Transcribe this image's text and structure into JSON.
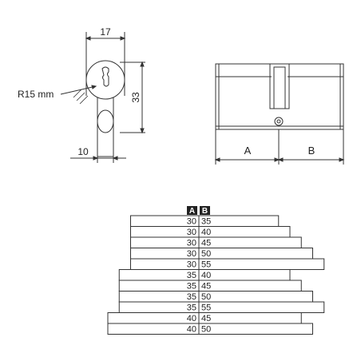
{
  "profile_view": {
    "dim_width_top": "17",
    "dim_height_right": "33",
    "dim_radius": "R15 mm",
    "dim_width_bottom": "10"
  },
  "side_view": {
    "label_a": "A",
    "label_b": "B"
  },
  "size_table": {
    "header_a": "A",
    "header_b": "B",
    "rows": [
      {
        "a": "30",
        "b": "35"
      },
      {
        "a": "30",
        "b": "40"
      },
      {
        "a": "30",
        "b": "45"
      },
      {
        "a": "30",
        "b": "50"
      },
      {
        "a": "30",
        "b": "55"
      },
      {
        "a": "35",
        "b": "40"
      },
      {
        "a": "35",
        "b": "45"
      },
      {
        "a": "35",
        "b": "50"
      },
      {
        "a": "35",
        "b": "55"
      },
      {
        "a": "40",
        "b": "45"
      },
      {
        "a": "40",
        "b": "50"
      }
    ]
  },
  "colors": {
    "line": "#333333",
    "text": "#222222",
    "header_bg": "#222222",
    "header_text": "#ffffff"
  }
}
